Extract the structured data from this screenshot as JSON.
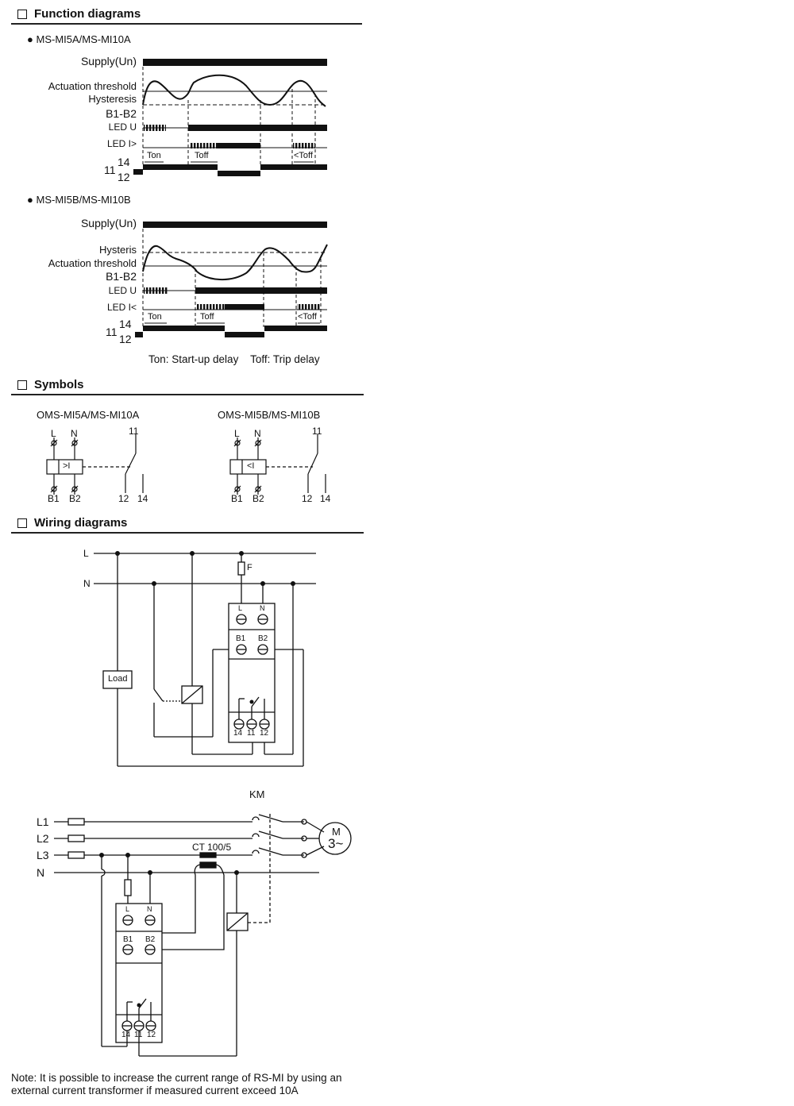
{
  "sections": {
    "function_diagrams": "Function diagrams",
    "symbols": "Symbols",
    "wiring_diagrams": "Wiring diagrams"
  },
  "diagram_a": {
    "model": "MS-MI5A/MS-MI10A",
    "supply": "Supply(Un)",
    "threshold": "Actuation threshold",
    "hysteresis": "Hysteresis",
    "b1b2": "B1-B2",
    "led_u": "LED U",
    "led_i": "LED I>",
    "ton": "Ton",
    "toff": "Toff",
    "toff2": "<Toff",
    "c11": "11",
    "c14": "14",
    "c12": "12"
  },
  "diagram_b": {
    "model": "MS-MI5B/MS-MI10B",
    "supply": "Supply(Un)",
    "hysteresis": "Hysteris",
    "threshold": "Actuation threshold",
    "b1b2": "B1-B2",
    "led_u": "LED U",
    "led_i": "LED I<",
    "ton": "Ton",
    "toff": "Toff",
    "toff2": "<Toff",
    "c11": "11",
    "c14": "14",
    "c12": "12"
  },
  "legend": "Ton: Start-up delay    Toff: Trip delay",
  "symbol_a": {
    "model": "OMS-MI5A/MS-MI10A",
    "L": "L",
    "N": "N",
    "B1": "B1",
    "B2": "B2",
    "func": ">I",
    "c11": "11",
    "c12": "12",
    "c14": "14"
  },
  "symbol_b": {
    "model": "OMS-MI5B/MS-MI10B",
    "L": "L",
    "N": "N",
    "B1": "B1",
    "B2": "B2",
    "func": "<I",
    "c11": "11",
    "c12": "12",
    "c14": "14"
  },
  "wiring1": {
    "L": "L",
    "N": "N",
    "F": "F",
    "load": "Load",
    "t_L": "L",
    "t_N": "N",
    "t_B1": "B1",
    "t_B2": "B2",
    "t_14": "14",
    "t_11": "11",
    "t_12": "12"
  },
  "wiring2": {
    "KM": "KM",
    "L1": "L1",
    "L2": "L2",
    "L3": "L3",
    "N": "N",
    "CT": "CT 100/5",
    "motor_M": "M",
    "motor_3": "3~",
    "t_L": "L",
    "t_N": "N",
    "t_B1": "B1",
    "t_B2": "B2",
    "t_14": "14",
    "t_11": "11",
    "t_12": "12"
  },
  "note": "Note: It is possible to increase the current range of RS-MI by using an external current transformer if measured current exceed 10A"
}
